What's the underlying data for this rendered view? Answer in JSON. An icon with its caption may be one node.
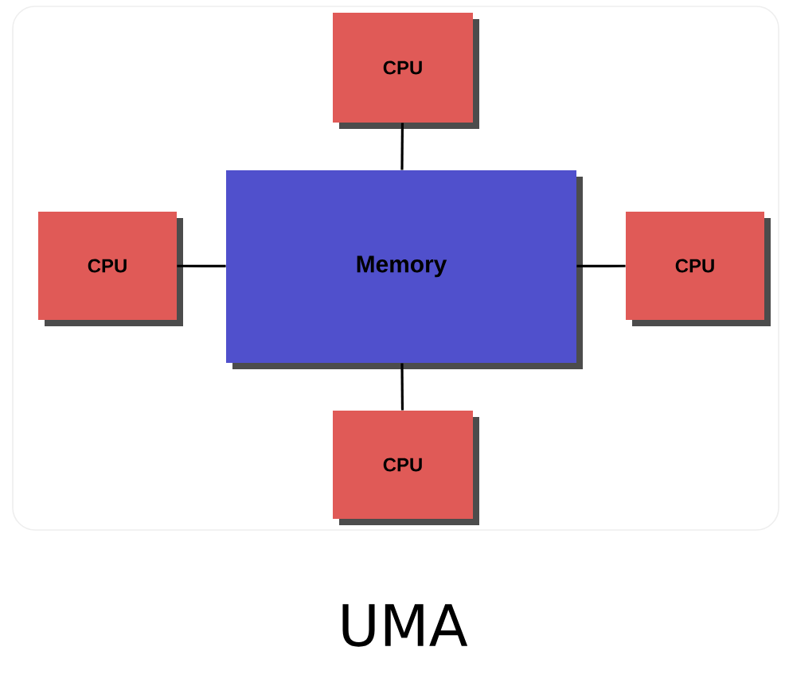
{
  "diagram": {
    "caption": "UMA",
    "nodes": [
      {
        "text": [
          "CPU"
        ]
      },
      {
        "text": [
          "CPU"
        ]
      },
      {
        "text": [
          "Memory"
        ]
      },
      {
        "text": [
          "CPU"
        ]
      },
      {
        "text": [
          "CPU"
        ]
      }
    ],
    "edges": [
      {
        "from": 2,
        "to": 0,
        "arrow": "none"
      },
      {
        "from": 2,
        "to": 1,
        "arrow": "none"
      },
      {
        "from": 2,
        "to": 3,
        "arrow": "none"
      },
      {
        "from": 2,
        "to": 4,
        "arrow": "none"
      }
    ]
  }
}
